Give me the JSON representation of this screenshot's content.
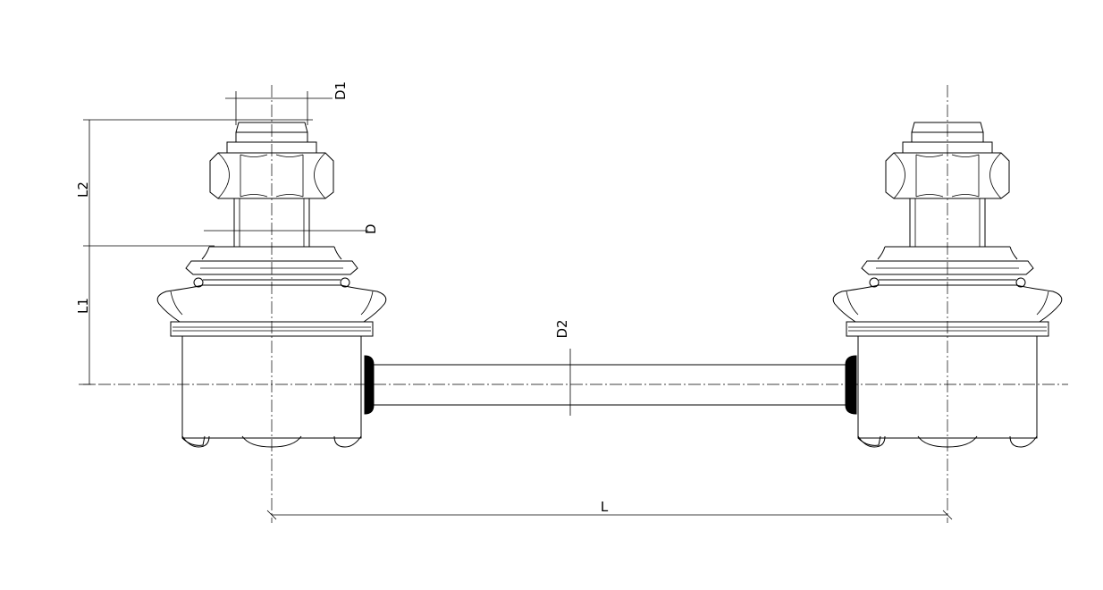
{
  "labels": {
    "d1": "D1",
    "d": "D",
    "l2": "L2",
    "l1": "L1",
    "d2": "D2",
    "l": "L"
  },
  "colors": {
    "line": "#000000",
    "background": "#ffffff"
  }
}
